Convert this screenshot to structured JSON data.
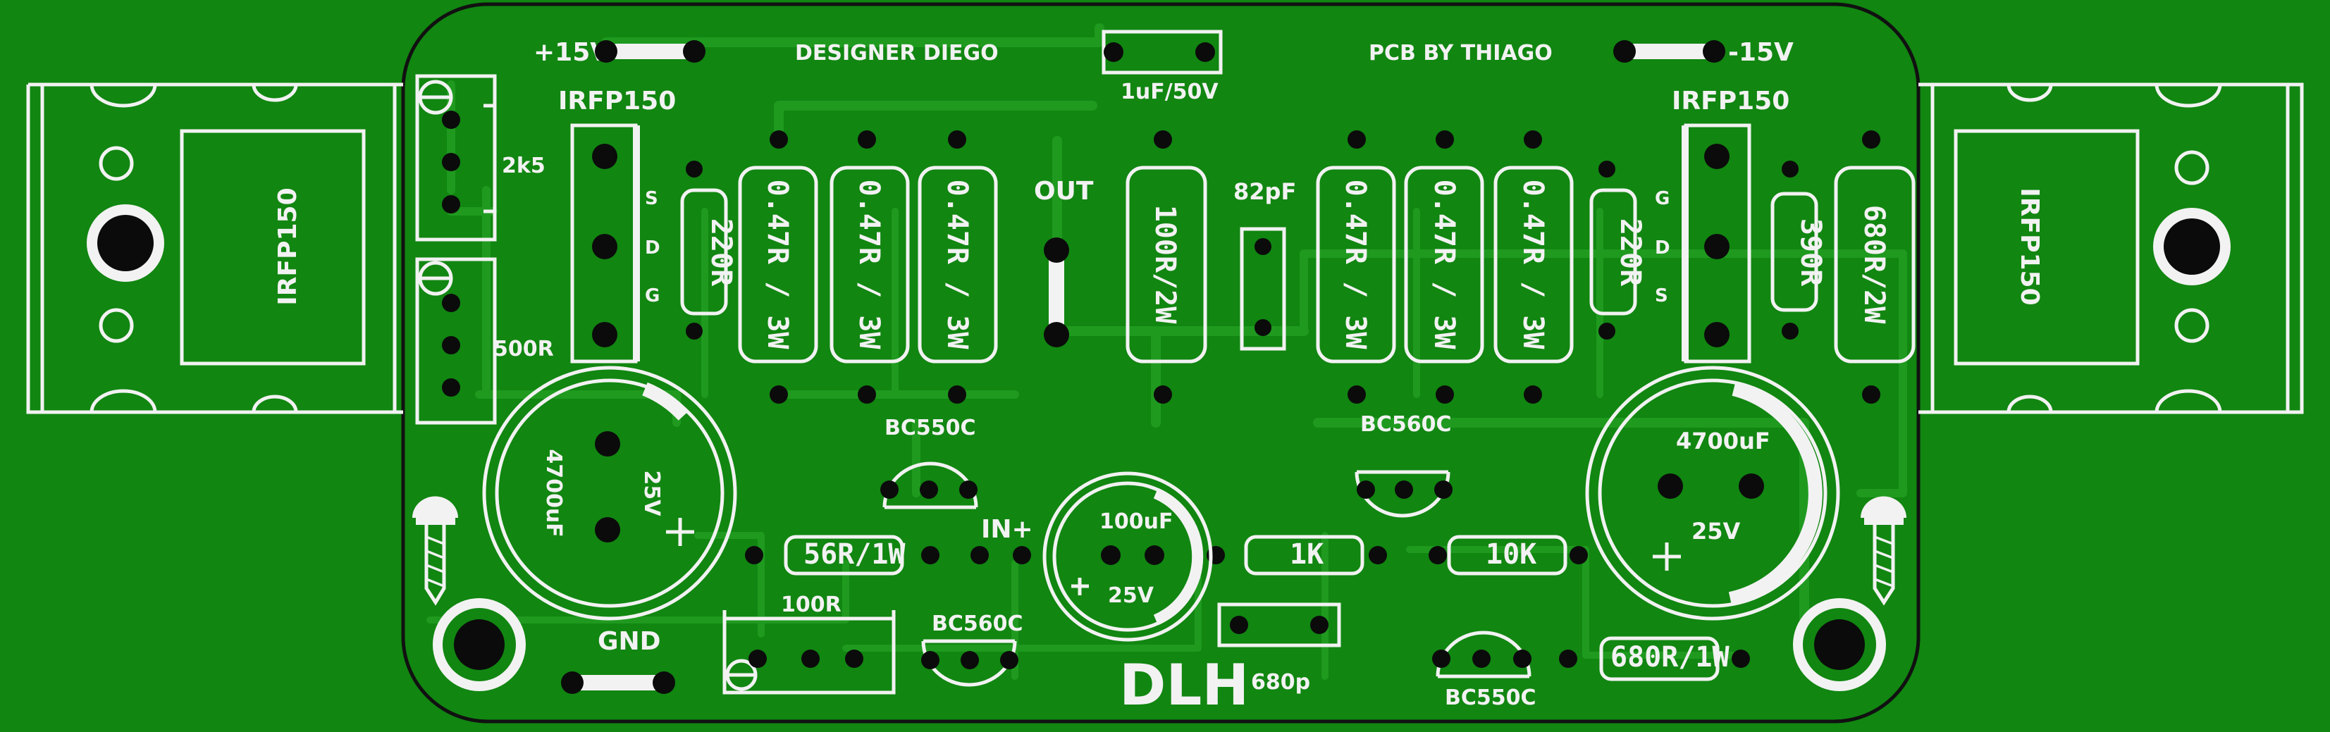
{
  "board": {
    "power_pos": "+15V",
    "power_neg": "-15V",
    "designer": "DESIGNER DIEGO",
    "pcb_by": "PCB BY THIAGO",
    "output": "OUT",
    "input": "IN+",
    "ground": "GND",
    "logo": "DLH"
  },
  "transistors": {
    "heatsink_left": "IRFP150",
    "heatsink_right": "IRFP150",
    "label_left": "IRFP150",
    "label_right": "IRFP150",
    "pins_left": [
      "S",
      "D",
      "G"
    ],
    "pins_right": [
      "G",
      "D",
      "S"
    ],
    "small_top_left": "BC550C",
    "small_top_right": "BC560C",
    "small_bottom_left": "BC560C",
    "small_bottom_right": "BC550C"
  },
  "resistors": {
    "gate_left": "220R",
    "gate_right": "220R",
    "emitter_1": "0.47R / 3W",
    "emitter_2": "0.47R / 3W",
    "emitter_3": "0.47R / 3W",
    "emitter_4": "0.47R / 3W",
    "emitter_5": "0.47R / 3W",
    "emitter_6": "0.47R / 3W",
    "feedback": "100R/2W",
    "r390": "390R",
    "r680": "680R/2W",
    "r56": "56R/1W",
    "r1k": "1K",
    "r10k": "10K",
    "r680_1w": "680R/1W"
  },
  "trimmers": {
    "t1": "2k5",
    "t2": "500R",
    "t3": "100R"
  },
  "capacitors": {
    "c_top": "1uF/50V",
    "c_comp": "82pF",
    "c_680p": "680p",
    "big_left_value": "4700uF",
    "big_left_voltage": "25V",
    "big_right_value": "4700uF",
    "big_right_voltage": "25V",
    "small_value": "100uF",
    "small_voltage": "25V"
  },
  "colors": {
    "pcb_green": "#118611",
    "trace_green": "#1f9a1f",
    "silkscreen": "#f2f2f2",
    "pad": "#0b0b0b",
    "outline": "#111111"
  }
}
